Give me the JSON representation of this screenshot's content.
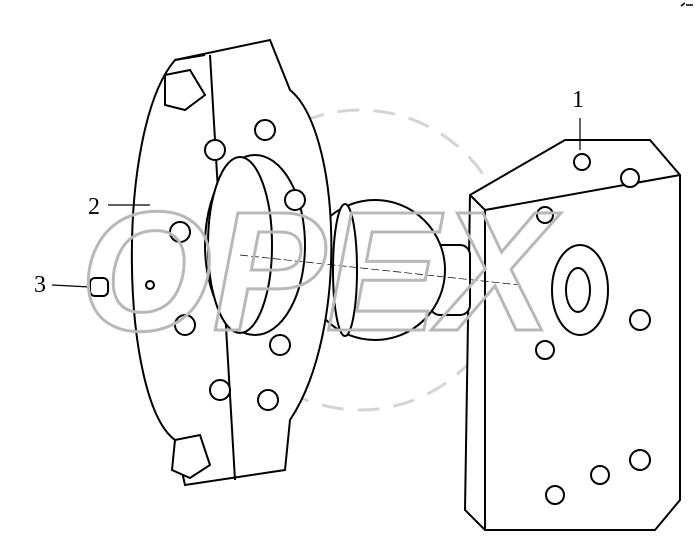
{
  "callouts": [
    {
      "number": "1",
      "part": "mounting-plate"
    },
    {
      "number": "2",
      "part": "flange-housing"
    },
    {
      "number": "3",
      "part": "grease-fitting"
    }
  ],
  "watermark": {
    "text": "OPEX",
    "color": "#d9d9d9"
  },
  "colors": {
    "line": "#000000",
    "background": "#ffffff"
  }
}
